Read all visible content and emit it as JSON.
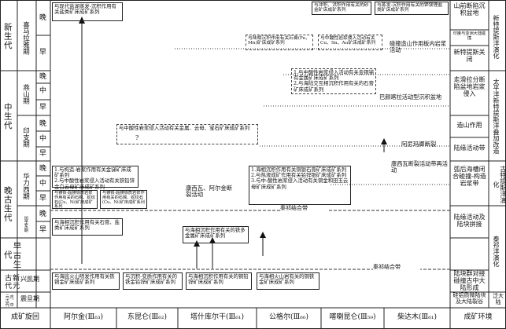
{
  "stages": {
    "cenozoic": "新生代",
    "mesozoic": "中生代",
    "late_paleozoic": "晚古生代",
    "early_paleozoic": "早古生代",
    "neoproterozoic": "新元古代",
    "paleo_meso": "古、中元古代"
  },
  "periods": {
    "himalaya": "喜马拉雅期",
    "yanshan": "燕山期",
    "indosinian": "印支期",
    "variscan": "华力西期",
    "caledonian": "加里东期",
    "xingkai": "兴凯期",
    "jinning": "震旦期"
  },
  "epochs": {
    "late": "晚",
    "middle": "中",
    "early": "早"
  },
  "footer": {
    "left": "成矿旋回",
    "regions": [
      "阿尔金(Ⅲ₆₃)",
      "东昆仑(Ⅲ₆₂)",
      "塔什库尔干(Ⅲ₆₁)",
      "公格尔(Ⅲ₆₀)",
      "喀喇昆仑(Ⅲ₅₉)",
      "柴达木(Ⅲ₆₁)"
    ],
    "right": "成矿环境"
  },
  "env_right": {
    "e1": "山前断陷沉积盆地",
    "e1b": "印度与亚洲大陆碰撞",
    "e2": "新特提斯洋演化",
    "e3": "新特提斯关闭",
    "e4": "走滑拉分断陷盆地岩浆侵入",
    "e5": "太平洋新特提斯洋叠加改造",
    "e6": "造山作用",
    "e7": "陆缘活动带",
    "e8": "弧后海槽闭合碰撞-构造岩浆带",
    "e9": "古特提斯洋演化",
    "e10": "陆缘活动及陆块拼接",
    "e11": "泰祁洋演化",
    "e12": "陆块群对接碰撞古中大陆形成",
    "e13": "硅铝质微陆块及大陆裂谷",
    "e14": "泛大陆"
  },
  "events": {
    "collision": "碰撞造山作用板内岩浆活动",
    "bayan": "巴颜喀拉活动型沉积盆地",
    "animaqing": "阿尼玛卿断裂",
    "kunxi_break": "康西瓦断裂活动带再活动",
    "qilian1": "秦祁结合带",
    "qilian2": "秦祁结合带",
    "kangxiwa_arjin": "康西瓦、阿尔金断裂活动"
  },
  "boxes": {
    "b1": "与现代盐湖蒸发-沉积作用有关盐类矿床成矿系列",
    "b2": "与冲积、洪积作用有关的砂金矿床成矿系列",
    "b3": "与蒸发-沉积作用有关的钾镁锂盐类矿床成矿系列",
    "b4": "与陆相沉积作用有关石膏(Fe、Mn)矿床成矿系列",
    "b5": "与中酸性岩浆侵入活动有关 Cu、Sn、Au矿床成矿系列",
    "b6": "1.与中酸性岩浆侵入活动有关金铜锑有金属矿床成矿系列\n2.与海陆交互相沉积作用有关的石膏矿床成矿系列",
    "b7": "与中酸性岩浆侵入活动有关金属、云母、宝石矿床成矿系列",
    "b7q": "?",
    "b8": "1.与构造-岩浆作用有关金锑矿床成矿系列\n2.与中酸性岩浆侵入活动有关铁铅锌金白云母矿床成矿系列",
    "b9": "与镁铁-超镁铁质岩浆作用有关的石棉、蛇纹石(Cu、Ni)矿床成矿系列",
    "b10": "与镁铁-超镁铁质岩浆作用有关的石棉、蛇纹石(Cu、Ni)矿床成矿系列",
    "b11": "1.海相沉积作用有关铜银石膏矿床成矿系列\n2.与热液成矿作用有关铅锌银矿床成矿系列\n3.与中-酸性岩浆侵入活动有关铜金和田玉云母矿床成矿系列",
    "b12": "与海相沉积作用有关石膏、盐类矿床成矿系列",
    "b13": "与海相沉积作用有关的铁多金属矿床成矿系列",
    "b14": "与海底火山喷发作用有关铁铜金矿床成矿系列",
    "b15": "与沉积-变质作用有关的铁金铅锌矿床成矿系列",
    "b16": "与海相沉积作用有关的铜铅锌矿床成矿系列",
    "b17": "与海相火山岩有关的铜铁金矿床成矿系列"
  }
}
